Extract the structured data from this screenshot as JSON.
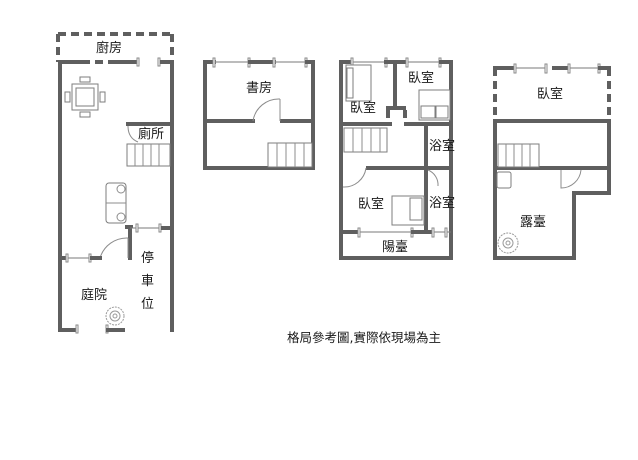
{
  "floors": [
    {
      "id": "floor-1",
      "rooms": [
        {
          "label": "廚房"
        },
        {
          "label": "廁所"
        },
        {
          "label": "庭院"
        },
        {
          "label_lines": [
            "停",
            "車",
            "位"
          ]
        }
      ]
    },
    {
      "id": "floor-2",
      "rooms": [
        {
          "label": "書房"
        }
      ]
    },
    {
      "id": "floor-3",
      "rooms": [
        {
          "label": "臥室"
        },
        {
          "label": "臥室"
        },
        {
          "label": "浴室"
        },
        {
          "label": "臥室"
        },
        {
          "label": "浴室"
        },
        {
          "label": "陽臺"
        }
      ]
    },
    {
      "id": "floor-4",
      "rooms": [
        {
          "label": "臥室"
        },
        {
          "label": "露臺"
        }
      ]
    }
  ],
  "note": "格局參考圖,實際依現場為主",
  "colors": {
    "wall": "#5f5f5f",
    "line": "#8c8c8c",
    "text": "#1a1a1a",
    "background": "#ffffff"
  }
}
